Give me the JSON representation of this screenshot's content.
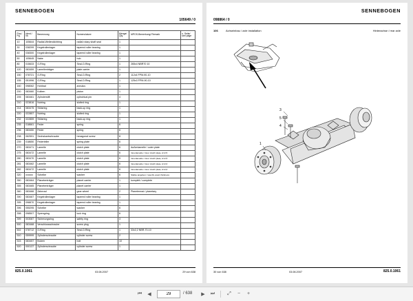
{
  "left_page": {
    "brand": "SENNEBOGEN",
    "doc_number": "105649 / 0",
    "columns": [
      "Pos./ Pg.",
      "Ident./ Nr.",
      "Benennung",
      "Nomenclature",
      "Menge/ Qty.",
      "MPOS-Bemerkung/ Remark",
      "s. Seite/ see page"
    ],
    "rows": [
      [
        "10",
        "105644",
        "Radial-Wellendichtring",
        "radial rotary shaft seal",
        "1",
        "",
        ""
      ],
      [
        "30",
        "038299",
        "Kegelrollenlager",
        "tapered roller bearing",
        "1",
        "",
        ""
      ],
      [
        "40",
        "038300",
        "Kegelrollenlager",
        "tapered roller bearing",
        "1",
        "",
        ""
      ],
      [
        "50",
        "105645",
        "Nabe",
        "hub",
        "1",
        "",
        ""
      ],
      [
        "80",
        "015633",
        "O-Ring",
        "Seal-O-Ring",
        "1",
        "265x4 NBR70 10",
        ""
      ],
      [
        "120",
        "083459",
        "Lamellenträger",
        "plate carrier",
        "1",
        "",
        ""
      ],
      [
        "150",
        "078721",
        "O-Ring",
        "Seal-O-Ring",
        "2",
        "112x4 FPM-90-10",
        ""
      ],
      [
        "155",
        "051996",
        "O-Ring",
        "Seal-O-Ring",
        "1",
        "125x3 FPM-90-10",
        ""
      ],
      [
        "160",
        "098062",
        "Hohlrad",
        "annulus",
        "1",
        "",
        ""
      ],
      [
        "200",
        "083460",
        "Kolben",
        "piston",
        "1",
        "",
        ""
      ],
      [
        "205",
        "083461",
        "Zylinderstift",
        "cylindrical pin",
        "4",
        "",
        ""
      ],
      [
        "210",
        "023816",
        "Nutring",
        "slotted ring",
        "1",
        "",
        ""
      ],
      [
        "214",
        "083475",
        "Stützring",
        "back-up ring",
        "1",
        "",
        ""
      ],
      [
        "220",
        "022857",
        "Nutring",
        "slotted ring",
        "1",
        "",
        ""
      ],
      [
        "232",
        "022859",
        "Stützring",
        "back-up ring",
        "1",
        "",
        ""
      ],
      [
        "235",
        "018661",
        "Feder",
        "spring",
        "6",
        "",
        ""
      ],
      [
        "236",
        "083450",
        "Feder",
        "spring",
        "6",
        "",
        ""
      ],
      [
        "238",
        "062591",
        "Sechskantschraube",
        "hexagonal screw",
        "8",
        "",
        ""
      ],
      [
        "239",
        "018650",
        "Federteller",
        "spring plate",
        "6",
        "",
        ""
      ],
      [
        "270",
        "083471",
        "Lamelle",
        "clutch plate",
        "6",
        "Außenlamelle / outer plate",
        ""
      ],
      [
        "275",
        "083472",
        "Lamelle",
        "clutch plate",
        "6",
        "Innenlamelle / inner clutch plate, A=2,5",
        ""
      ],
      [
        "280",
        "083470",
        "Lamelle",
        "clutch plate",
        "6",
        "Innenlamelle / inner clutch plate, A=2,5",
        ""
      ],
      [
        "281",
        "083462",
        "Lamelle",
        "clutch plate",
        "6",
        "Innenlamelle / inner clutch plate, A=2,0",
        ""
      ],
      [
        "282",
        "083472",
        "Lamelle",
        "clutch plate",
        "6",
        "Innenlamelle / inner clutch plate, A=2,0",
        ""
      ],
      [
        "320",
        "xxxxxx",
        "Scheibe",
        "washer",
        "6",
        "Stärke angeben / specify exact thickness",
        ""
      ],
      [
        "350",
        "083464",
        "Planetenträger",
        "planet carrier",
        "1",
        "komplett / complete",
        ""
      ],
      [
        "355",
        "083465",
        "Planetenträger",
        "planet carrier",
        "1",
        "",
        ""
      ],
      [
        "360",
        "083466",
        "Zahnrad",
        "gear wheel",
        "2",
        "Planetenrad / planetary",
        ""
      ],
      [
        "390",
        "083467",
        "Kegelrollenlager",
        "tapered roller bearing",
        "1",
        "",
        ""
      ],
      [
        "395",
        "098870",
        "Kegelrollenlager",
        "tapered roller bearing",
        "1",
        "",
        ""
      ],
      [
        "396",
        "055295",
        "Scheibe",
        "washer",
        "6",
        "",
        ""
      ],
      [
        "398",
        "098507",
        "Sprengring",
        "lock ring",
        "6",
        "",
        ""
      ],
      [
        "399",
        "003087",
        "Sicherungsring",
        "safety ring",
        "3",
        "",
        ""
      ],
      [
        "500",
        "083468",
        "Verschlussschraube",
        "screw plug",
        "1",
        "",
        ""
      ],
      [
        "502",
        "078712",
        "O-Ring",
        "Seal-O-Ring",
        "1",
        "33x2,2 NBR-70-10",
        ""
      ],
      [
        "510",
        "059999",
        "Zylinderschraube",
        "cylinder screw",
        "2",
        "",
        ""
      ],
      [
        "515",
        "083457",
        "Bolzen",
        "bolt",
        "10",
        "",
        ""
      ],
      [
        "520",
        "000137",
        "Zylinderschraube",
        "cylinder screw",
        "1",
        "",
        ""
      ]
    ],
    "footer_code": "825.0.1061",
    "footer_date": "03.08.2007",
    "footer_page": "29 von 638"
  },
  "right_page": {
    "brand": "SENNEBOGEN",
    "doc_number": "098864 / 0",
    "section_num": "106",
    "section_title_de": "Achseinbau / axle installation",
    "section_title_en": "Hinterachse / rear axle",
    "callouts": [
      "3",
      "5",
      "4",
      "1"
    ],
    "footer_page": "30 von 638",
    "footer_date": "03.08.2007",
    "footer_code": "825.0.1061"
  },
  "toolbar": {
    "current_page": "29",
    "total_pages": "/ 638"
  },
  "colors": {
    "viewer_bg": "#e6e6e6",
    "toolbar_bg": "#f4f4f4"
  }
}
